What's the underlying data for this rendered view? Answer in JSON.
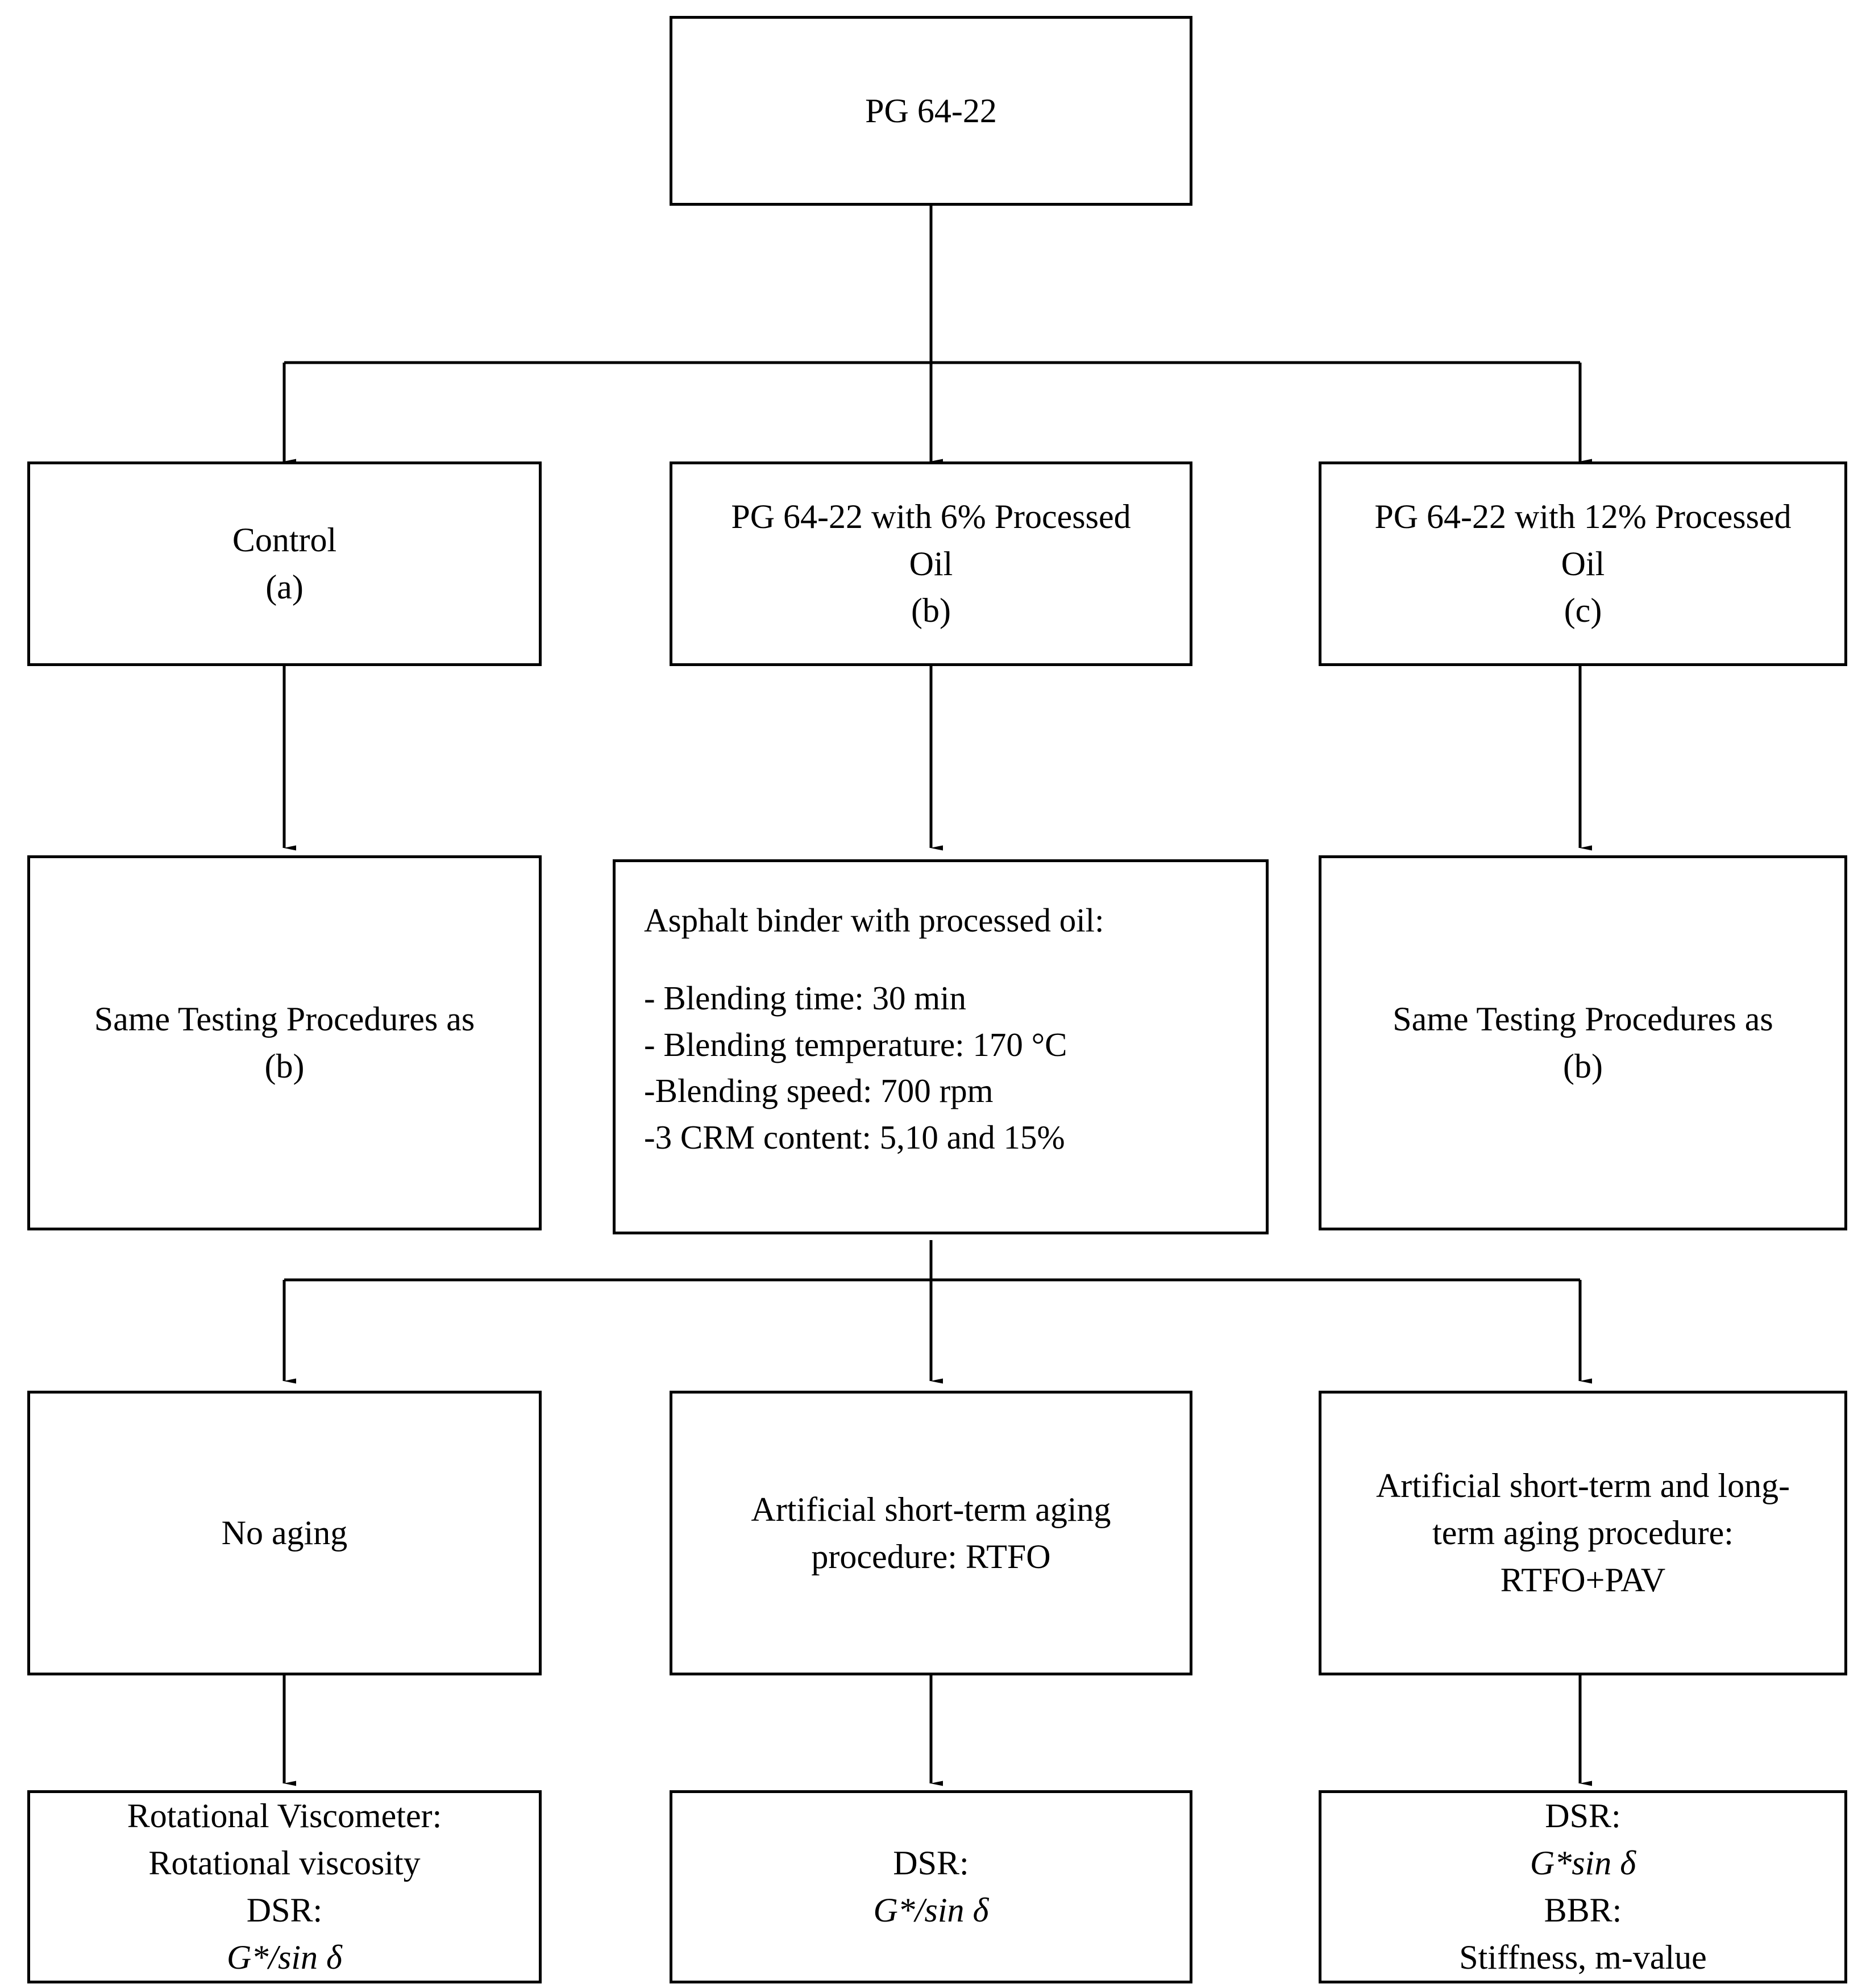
{
  "diagram": {
    "title": "Asphalt binder experimental program flowchart",
    "stroke_color": "#000000",
    "background_color": "#ffffff",
    "text_color": "#000000"
  },
  "nodes": {
    "root": {
      "id": "pg6422",
      "lines": [
        "PG 64-22"
      ]
    },
    "row2": [
      {
        "id": "control",
        "lines": [
          "Control",
          "(a)"
        ]
      },
      {
        "id": "oil6",
        "lines": [
          "PG 64-22 with 6% Processed",
          "Oil",
          "(b)"
        ]
      },
      {
        "id": "oil12",
        "lines": [
          "PG 64-22 with 12% Processed",
          "Oil",
          "(c)"
        ]
      }
    ],
    "row3": [
      {
        "id": "same-left",
        "lines": [
          "Same Testing Procedures as",
          "(b)"
        ]
      },
      {
        "id": "blend-params",
        "heading": "Asphalt binder with processed oil:",
        "lines": [
          "- Blending time: 30 min",
          "- Blending temperature: 170 °C",
          "-Blending speed: 700 rpm",
          "-3 CRM content: 5,10 and 15%"
        ]
      },
      {
        "id": "same-right",
        "lines": [
          "Same Testing Procedures as",
          "(b)"
        ]
      }
    ],
    "row4": [
      {
        "id": "no-aging",
        "lines": [
          "No aging"
        ]
      },
      {
        "id": "rtfo",
        "lines": [
          "Artificial short-term aging",
          "procedure: RTFO"
        ]
      },
      {
        "id": "rtfo-pav",
        "lines": [
          "Artificial short-term and long-",
          "term aging procedure:",
          "RTFO+PAV"
        ]
      }
    ],
    "row5": [
      {
        "id": "tests-left",
        "lines": [
          "Rotational Viscometer:",
          "Rotational viscosity",
          "",
          "DSR:",
          "G*/sin δ"
        ]
      },
      {
        "id": "tests-mid",
        "lines": [
          "DSR:",
          "G*/sin δ"
        ]
      },
      {
        "id": "tests-right",
        "lines": [
          "DSR:",
          "G*sin δ",
          "",
          "BBR:",
          "Stiffness, m-value"
        ]
      }
    ]
  }
}
